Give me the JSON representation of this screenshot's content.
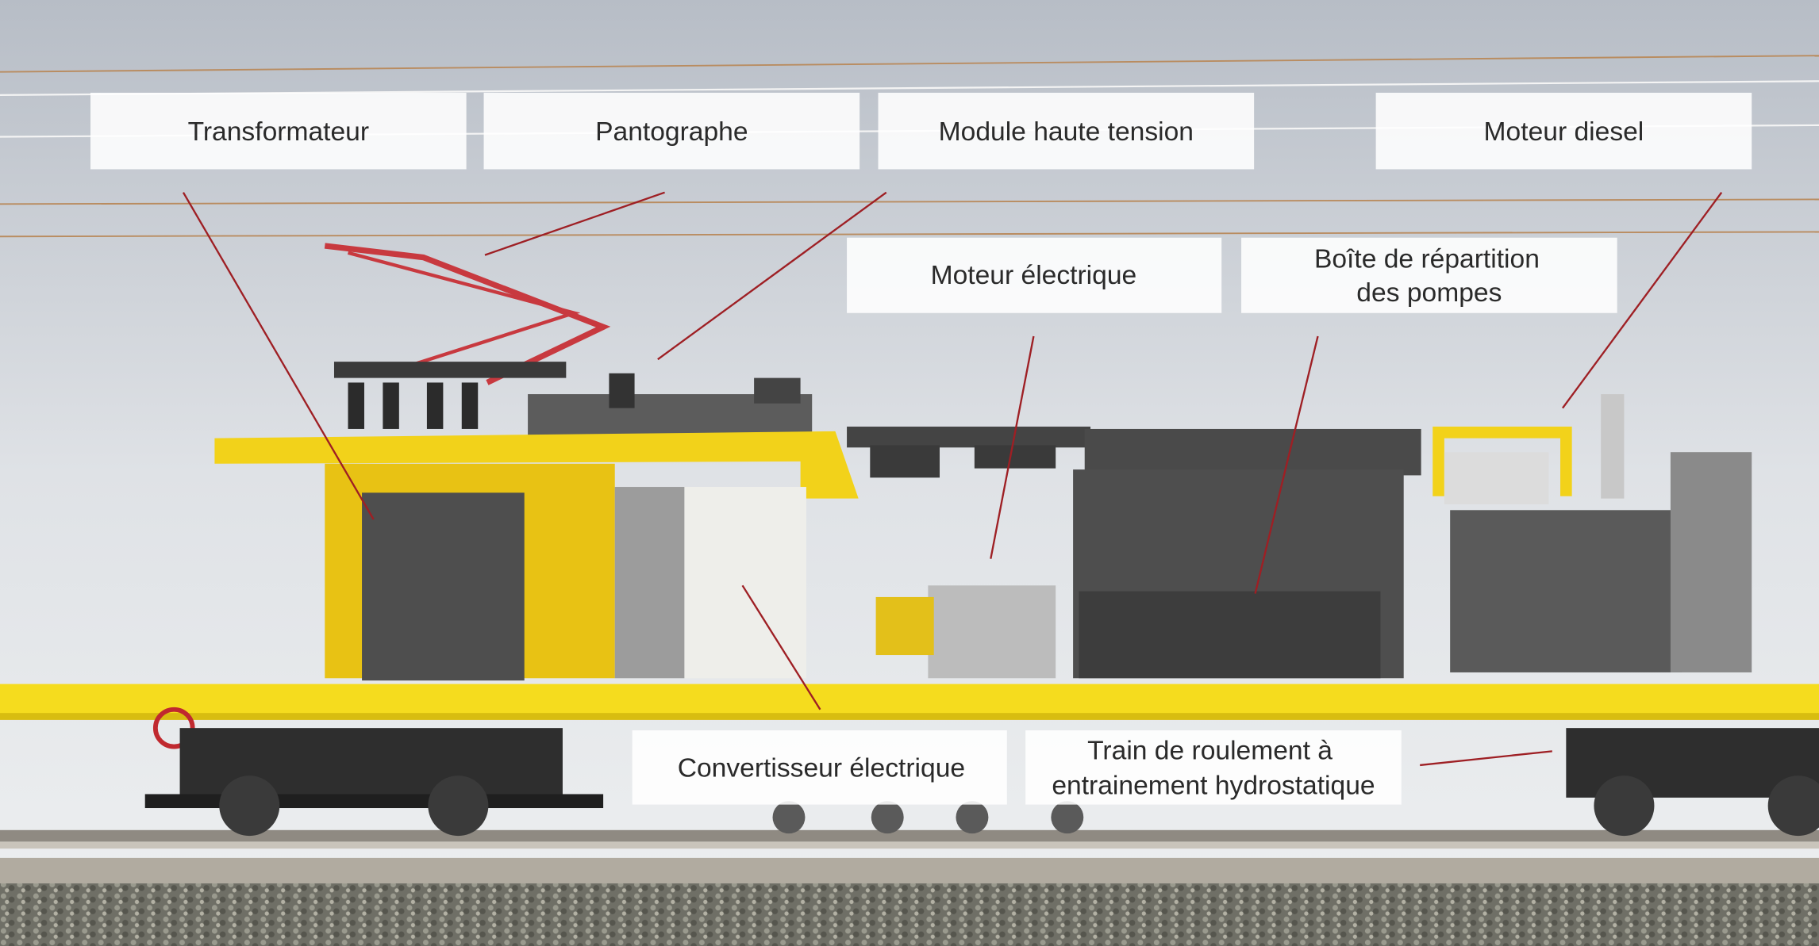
{
  "labels": {
    "transformateur": "Transformateur",
    "pantographe": "Pantographe",
    "module_haute_tension": "Module haute tension",
    "moteur_diesel": "Moteur diesel",
    "moteur_electrique": "Moteur électrique",
    "boite_repartition": [
      "Boîte de répartition",
      "des pompes"
    ],
    "convertisseur": "Convertisseur électrique",
    "train_roulement": [
      "Train de roulement à",
      "entrainement hydrostatique"
    ]
  },
  "colors": {
    "leader": "#9e1f24",
    "chassis": "#f5dc1e",
    "pantograph": "#c8393f"
  }
}
